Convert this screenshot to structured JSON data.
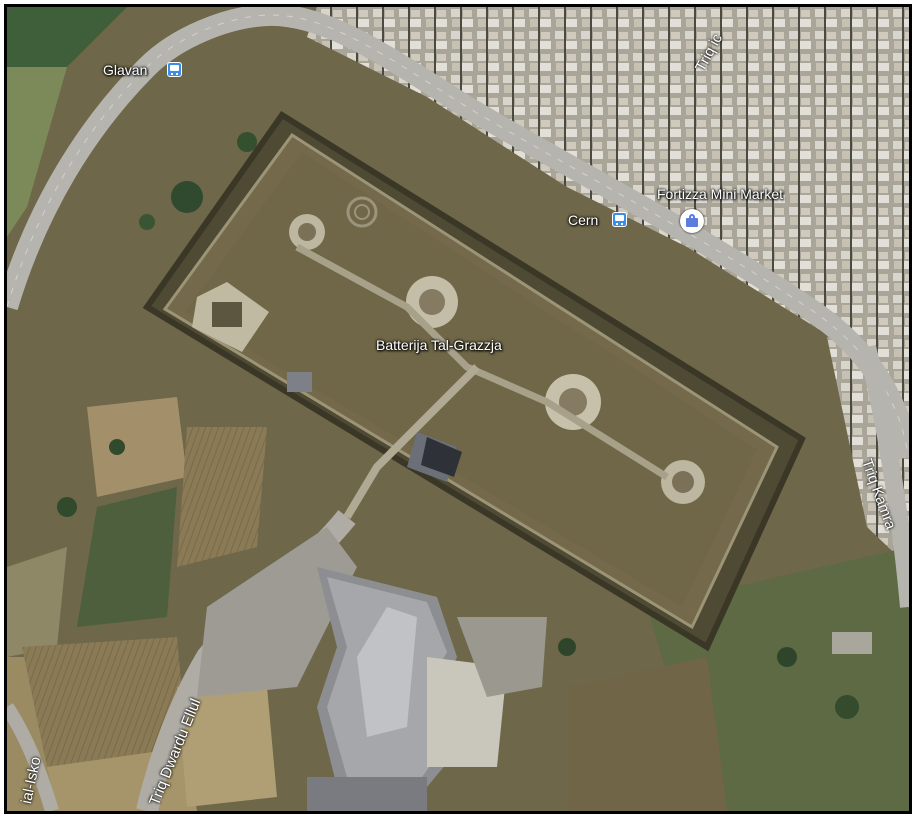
{
  "map": {
    "view": "satellite",
    "places": {
      "battery": "Batterija Tal-Grazzja",
      "market": "Fortizza Mini Market",
      "bus_stop_1": "Glavan",
      "bus_stop_2": "Cern"
    },
    "roads": {
      "road_top_right": "Triq ic",
      "road_right": "Triq Kamra",
      "road_bottom": "Triq Dwardu Ellul",
      "road_bottom_left": "ial-Isko"
    },
    "icons": {
      "bus_stop": "bus-icon",
      "shop": "shopping-bag-icon"
    },
    "colors": {
      "bus_icon": "#3b8ee8",
      "shop_icon": "#5b7de0"
    }
  }
}
